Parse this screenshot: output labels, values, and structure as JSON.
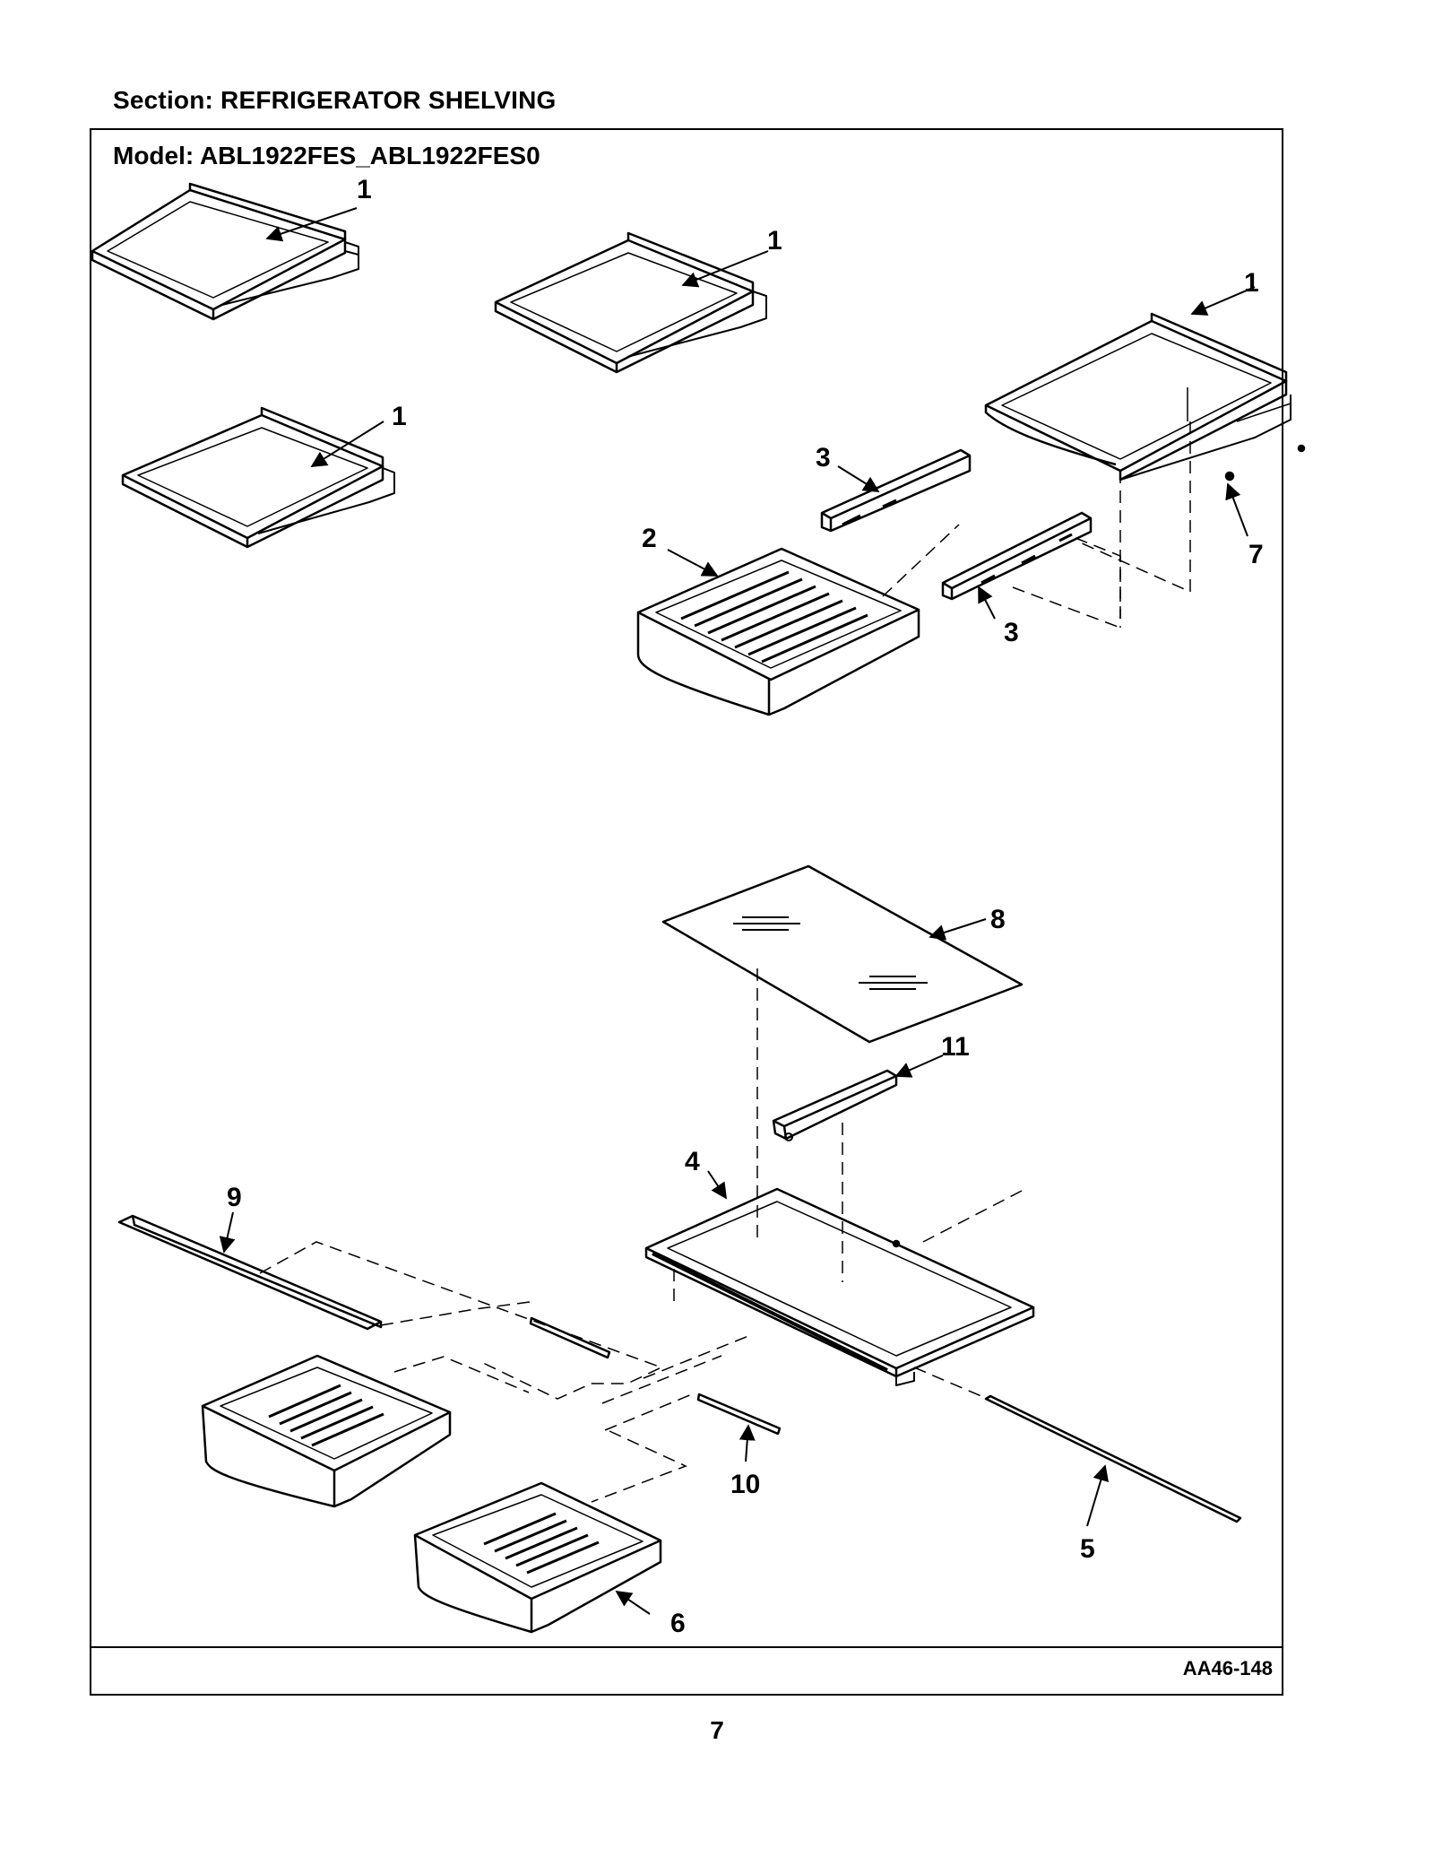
{
  "header": {
    "section_label": "Section:  REFRIGERATOR SHELVING",
    "model_label": "Model:  ABL1922FES_ABL1922FES0"
  },
  "diagram": {
    "callouts": [
      "1",
      "1",
      "1",
      "1",
      "3",
      "2",
      "3",
      "7",
      "8",
      "11",
      "4",
      "9",
      "10",
      "5",
      "6"
    ]
  },
  "footer": {
    "drawing_code": "AA46-148",
    "page_number": "7"
  }
}
